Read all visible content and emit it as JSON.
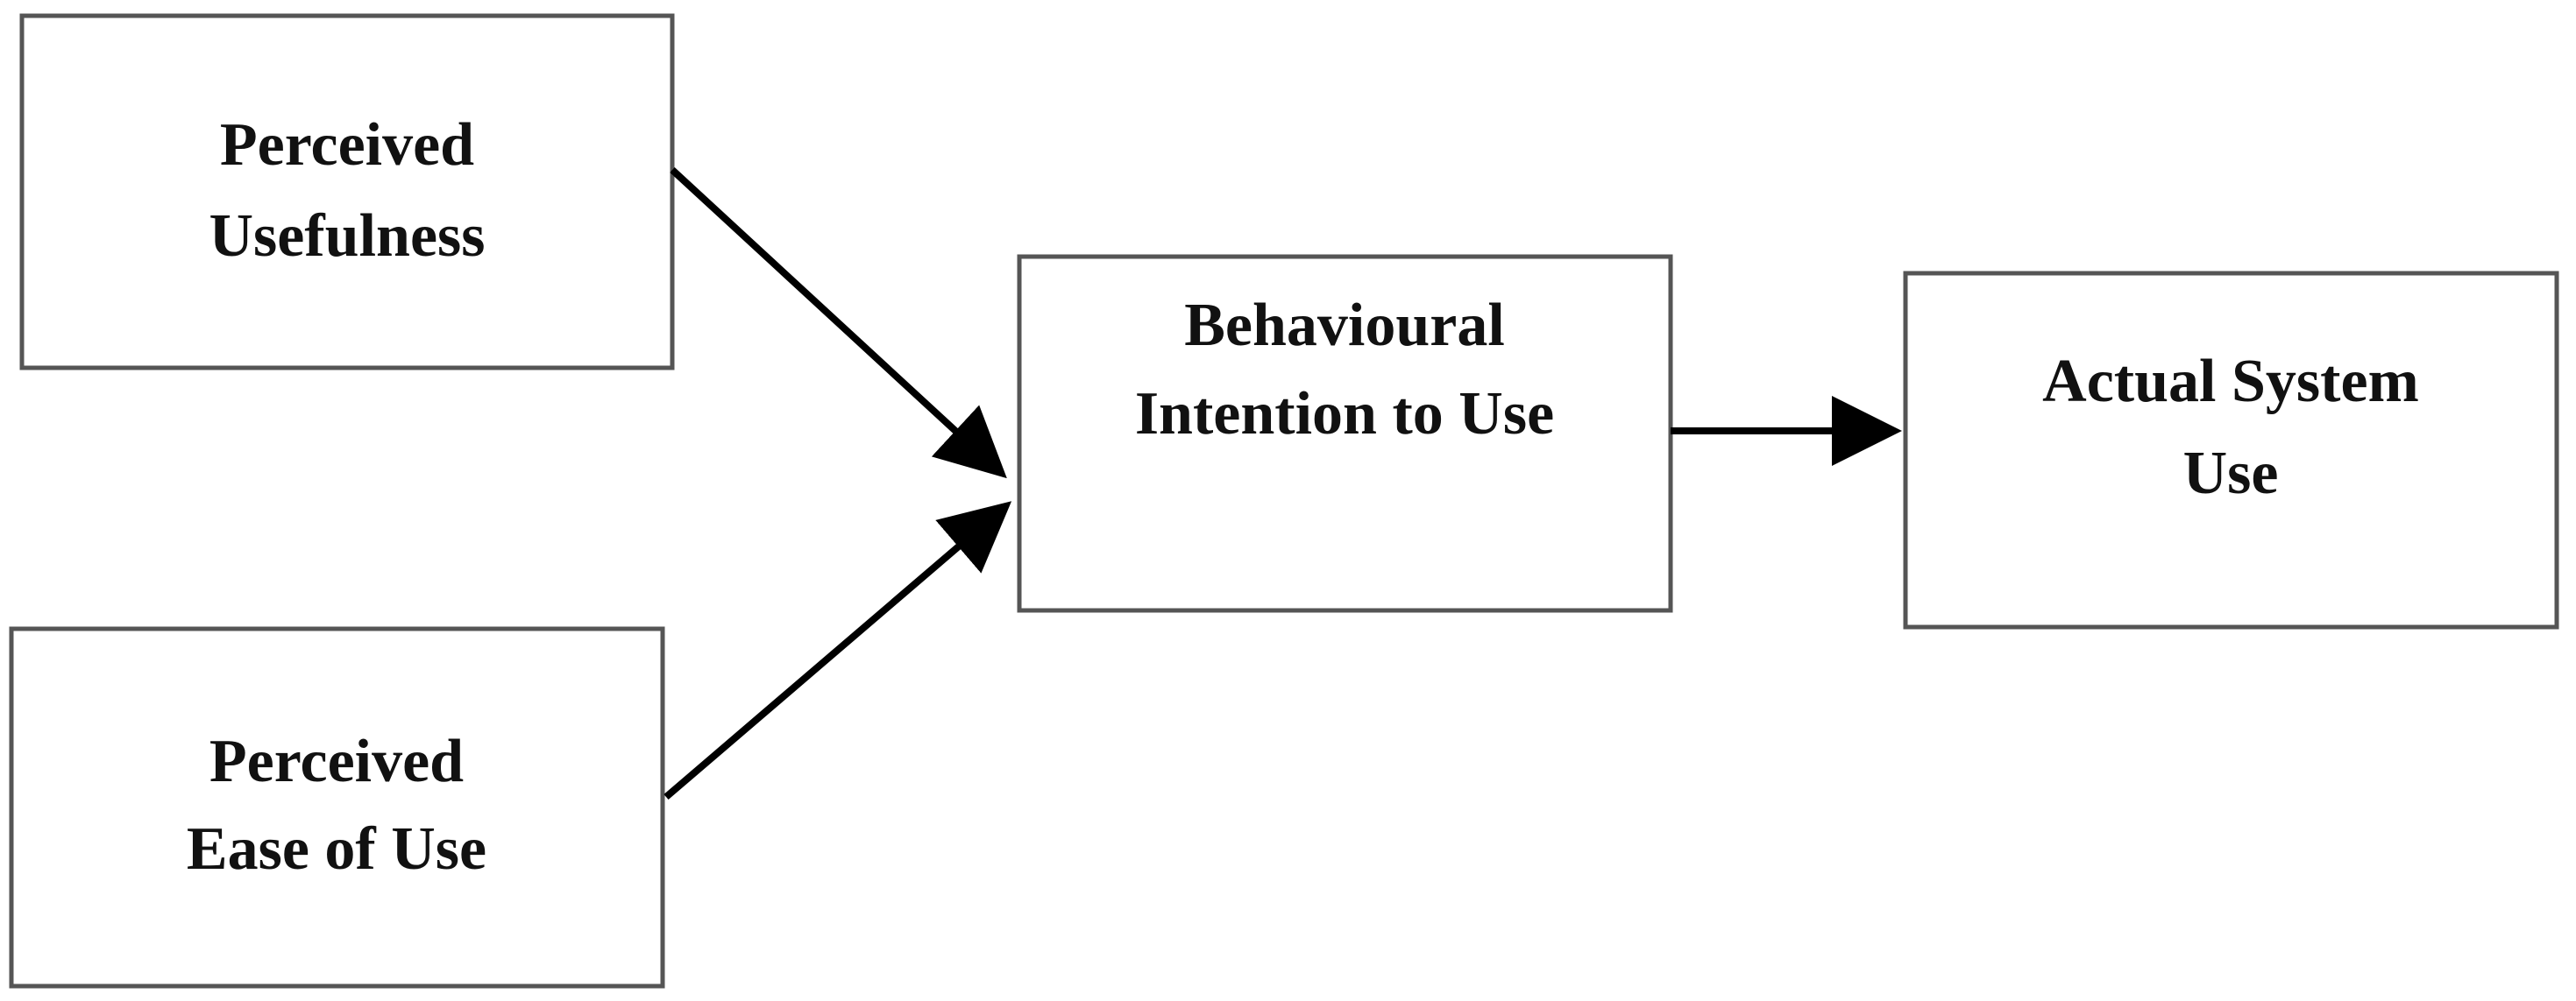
{
  "nodes": {
    "perceived_usefulness": {
      "line1": "Perceived",
      "line2": "Usefulness"
    },
    "perceived_ease_of_use": {
      "line1": "Perceived",
      "line2": "Ease of Use"
    },
    "behavioural_intention": {
      "line1": "Behavioural",
      "line2": "Intention to Use"
    },
    "actual_system_use": {
      "line1": "Actual System",
      "line2": "Use"
    }
  },
  "edges": [
    {
      "from": "perceived_usefulness",
      "to": "behavioural_intention"
    },
    {
      "from": "perceived_ease_of_use",
      "to": "behavioural_intention"
    },
    {
      "from": "behavioural_intention",
      "to": "actual_system_use"
    }
  ],
  "colors": {
    "box_border": "#555555",
    "arrow": "#000000",
    "text": "#111111",
    "background": "#ffffff"
  }
}
